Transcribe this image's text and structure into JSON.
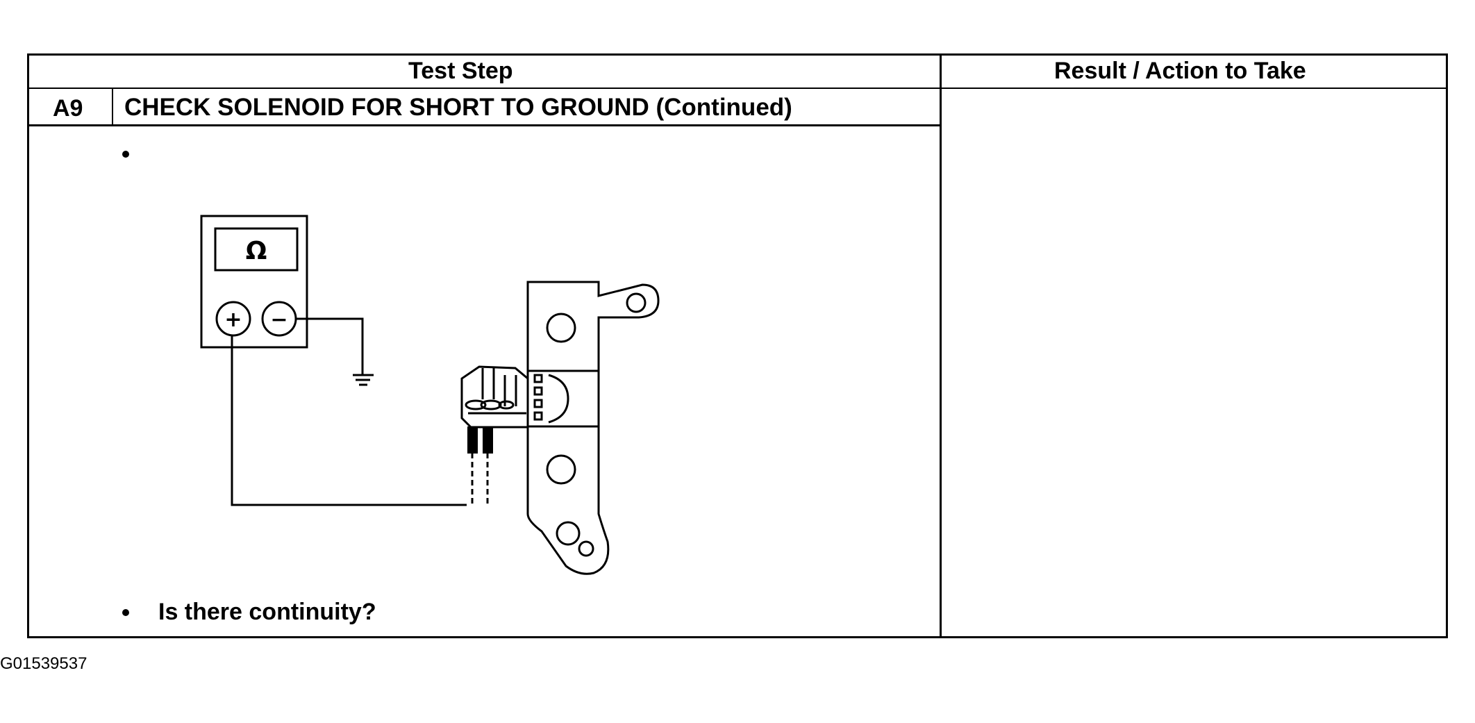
{
  "table": {
    "headers": {
      "test_step": "Test Step",
      "result_action": "Result / Action to Take"
    },
    "step": {
      "id": "A9",
      "title": "CHECK SOLENOID FOR SHORT TO GROUND (Continued)"
    },
    "question": "Is there continuity?",
    "meter_symbol": "Ω",
    "terminal_plus": "+",
    "terminal_minus": "−"
  },
  "figure_id": "G01539537"
}
